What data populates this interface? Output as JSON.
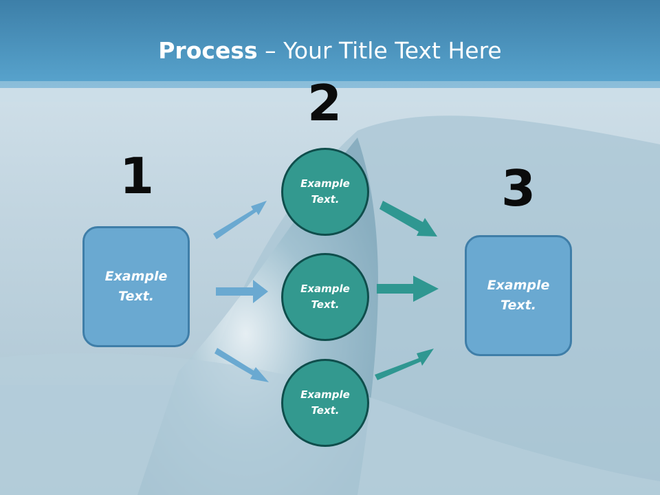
{
  "title": {
    "bold": "Process",
    "rest": " – Your Title Text Here"
  },
  "steps": [
    {
      "number": "1",
      "text_line1": "Example",
      "text_line2": "Text."
    },
    {
      "number": "2"
    },
    {
      "number": "3",
      "text_line1": "Example",
      "text_line2": "Text."
    }
  ],
  "circles": [
    {
      "text_line1": "Example",
      "text_line2": "Text."
    },
    {
      "text_line1": "Example",
      "text_line2": "Text."
    },
    {
      "text_line1": "Example",
      "text_line2": "Text."
    }
  ],
  "colors": {
    "header": "#4d9ac4",
    "box_fill": "#6aa9d1",
    "box_border": "#3f7ea8",
    "circle_fill": "#33998f",
    "circle_border": "#0f4e4c",
    "arrow_left": "#6aa9d1",
    "arrow_right": "#2f9791"
  }
}
